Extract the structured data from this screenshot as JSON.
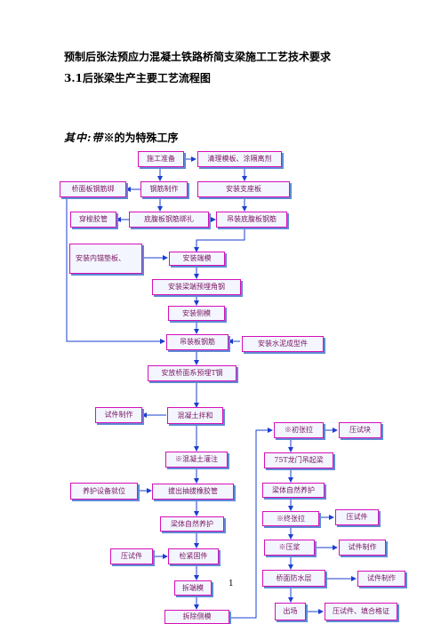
{
  "document": {
    "title": "预制后张法预应力混凝土铁路桥简支梁施工工艺技术要求",
    "section_heading": "3.1后张梁生产主要工艺流程图",
    "note": {
      "prefix": "其中:带",
      "suffix": "※的为特殊工序"
    },
    "page_number": "1"
  },
  "flowchart": {
    "nodes": {
      "construction_prep": "施工准备",
      "clean_mold": "清理模板、涂隔离剂",
      "deck_rebar_binding": "桥面板钢筋绑",
      "rebar_fabrication": "钢筋制作",
      "install_base_mold": "安装支座板",
      "thread_duct": "穿梭胶管",
      "web_rebar_binding": "底腹板钢筋绑扎",
      "hoist_web_rebar": "吊装底腹板钢筋",
      "install_anchor_plate": "安装内锚垫板、",
      "install_end_mold": "安装端模",
      "install_embedded_angle": "安装梁端预埋角钢",
      "install_side_mold": "安装侧模",
      "hoist_deck_rebar": "吊装板钢筋",
      "install_drain_parts": "安装水泥成型件",
      "install_deck_embedded": "安放桥面系预埋T钢",
      "test_piece_1": "试件制作",
      "concrete_mixing": "混凝土拌和",
      "concrete_pouring": "※混凝土灌注",
      "curing_equipment": "养护设备就位",
      "pull_core": "拔出抽拔橡胶管",
      "natural_curing": "梁体自然养护",
      "compression_test_1": "压试件",
      "inspect_fix": "检紧固件",
      "remove_end_mold": "拆端模",
      "remove_side_mold": "拆除侧模",
      "initial_tension": "※初张拉",
      "test_block": "压试块",
      "gantry_lift": "75T龙门吊起梁",
      "beam_natural_curing": "梁体自然养护",
      "final_tension": "※终张拉",
      "compression_test_2": "压试件",
      "grouting": "※压浆",
      "test_piece_2": "试件制作",
      "deck_waterproof": "桥面防水层",
      "test_piece_3": "试件制作",
      "leave_field": "出场",
      "compression_cert": "压试件、填合格证"
    }
  }
}
